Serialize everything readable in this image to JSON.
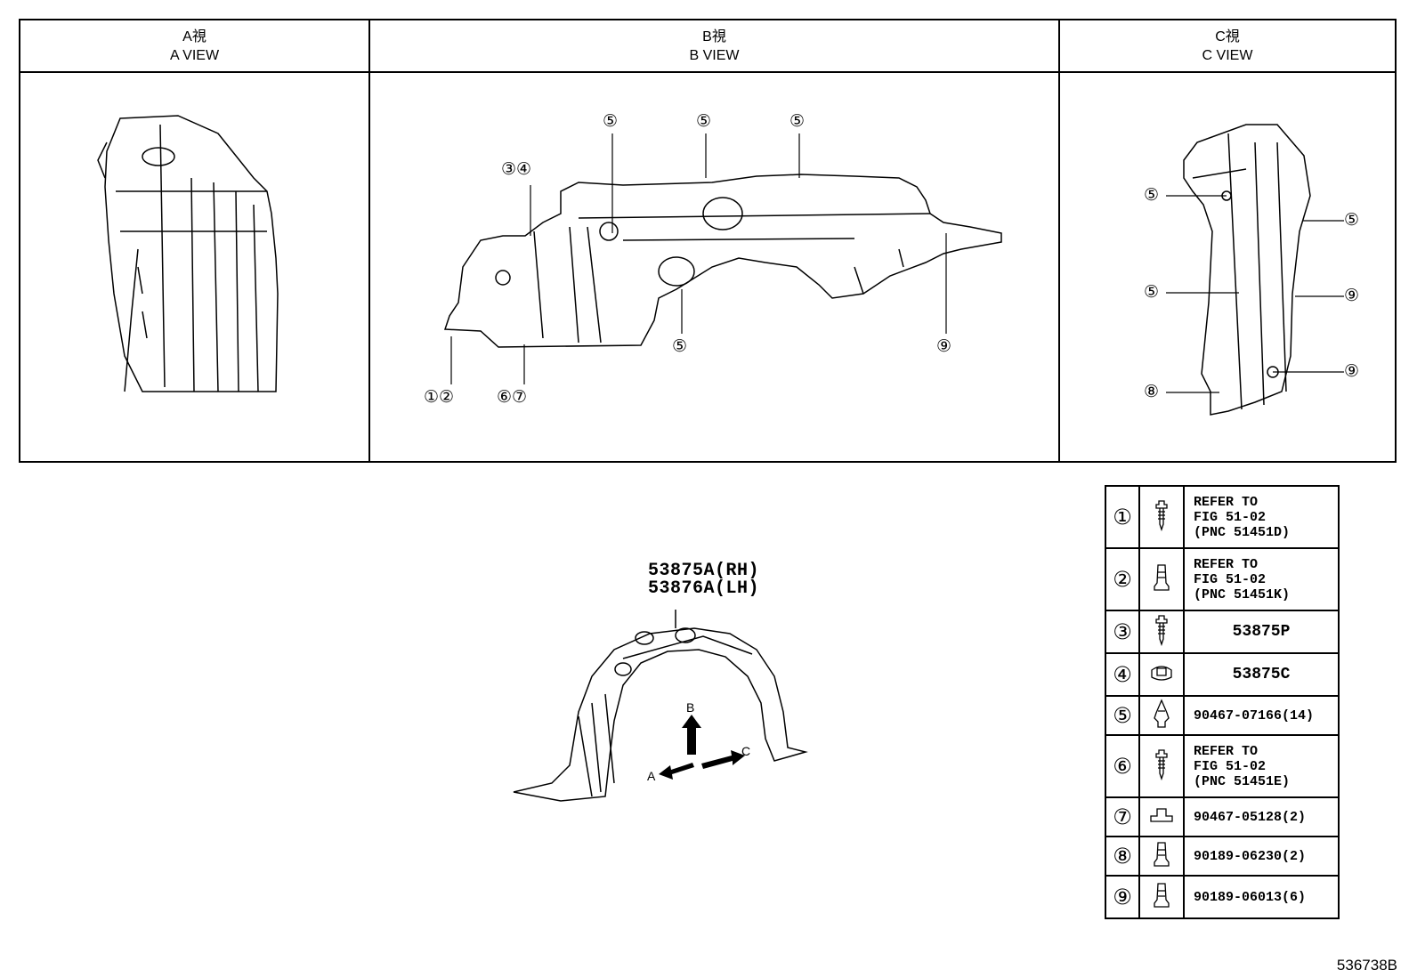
{
  "views": [
    {
      "jp": "A視",
      "en": "A VIEW"
    },
    {
      "jp": "B視",
      "en": "B VIEW"
    },
    {
      "jp": "C視",
      "en": "C VIEW"
    }
  ],
  "b_view_callouts": {
    "c34": "③④",
    "c5a": "⑤",
    "c5b": "⑤",
    "c5c": "⑤",
    "c5d": "⑤",
    "c9": "⑨",
    "c12": "①②",
    "c67": "⑥⑦"
  },
  "c_view_callouts": {
    "l5a": "⑤",
    "l5b": "⑤",
    "l8": "⑧",
    "r5": "⑤",
    "r9a": "⑨",
    "r9b": "⑨"
  },
  "main_part": {
    "rh": "53875A(RH)",
    "lh": "53876A(LH)"
  },
  "directions": {
    "a": "A",
    "b": "B",
    "c": "C"
  },
  "legend": [
    {
      "num": "①",
      "icon": "screw-icon",
      "text": "REFER TO\nFIG 51-02\n(PNC 51451D)"
    },
    {
      "num": "②",
      "icon": "grommet-icon",
      "text": "REFER TO\nFIG 51-02\n(PNC 51451K)"
    },
    {
      "num": "③",
      "icon": "screw-icon",
      "text": "53875P"
    },
    {
      "num": "④",
      "icon": "nut-icon",
      "text": "53875C"
    },
    {
      "num": "⑤",
      "icon": "clip-icon",
      "text": "90467-07166(14)"
    },
    {
      "num": "⑥",
      "icon": "screw-icon",
      "text": "REFER TO\nFIG 51-02\n(PNC 51451E)"
    },
    {
      "num": "⑦",
      "icon": "u-nut-icon",
      "text": "90467-05128(2)"
    },
    {
      "num": "⑧",
      "icon": "grommet-icon",
      "text": "90189-06230(2)"
    },
    {
      "num": "⑨",
      "icon": "grommet-icon",
      "text": "90189-06013(6)"
    }
  ],
  "catalog_code": "536738B"
}
